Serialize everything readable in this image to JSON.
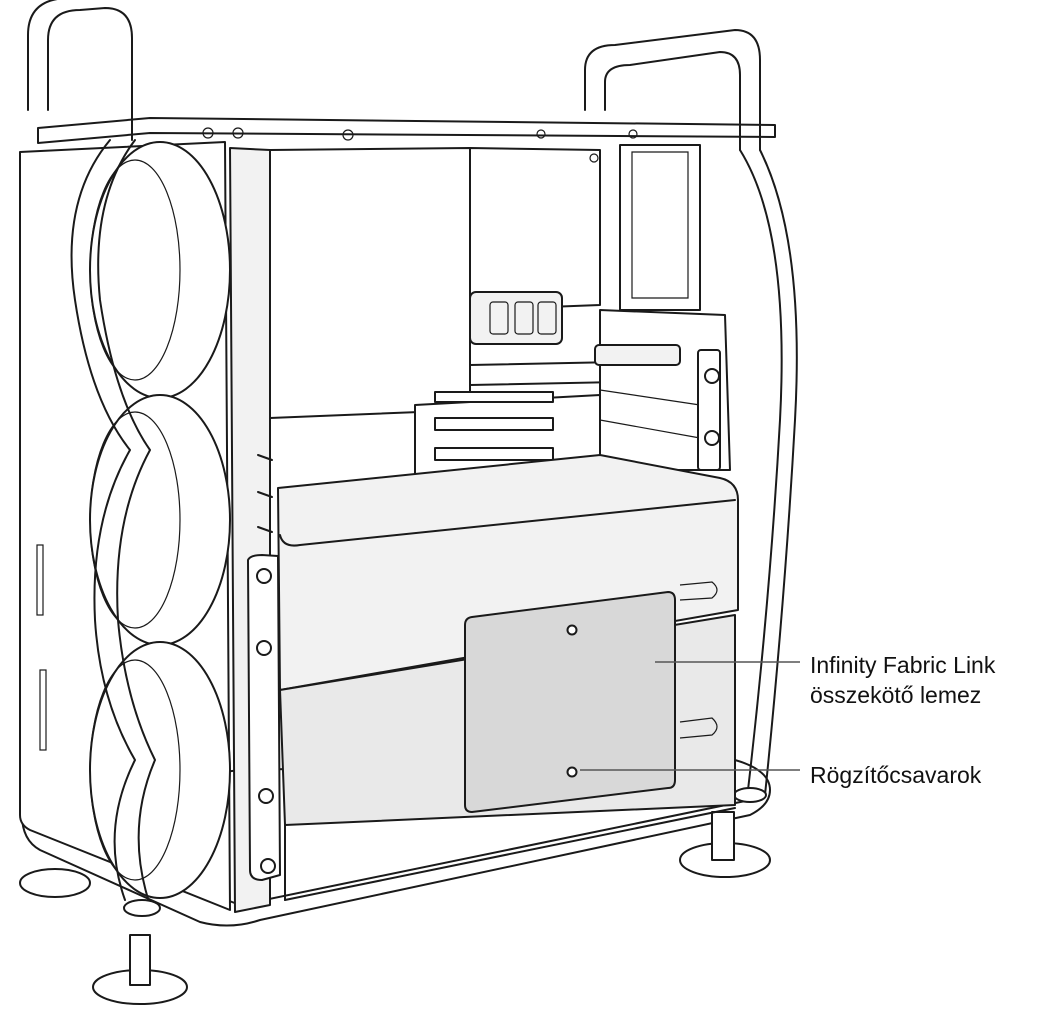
{
  "callouts": [
    {
      "id": "infinity-fabric-link",
      "lines": [
        "Infinity Fabric Link",
        "összekötő lemez"
      ]
    },
    {
      "id": "retaining-screws",
      "lines": [
        "Rögzítőcsavarok"
      ]
    }
  ]
}
